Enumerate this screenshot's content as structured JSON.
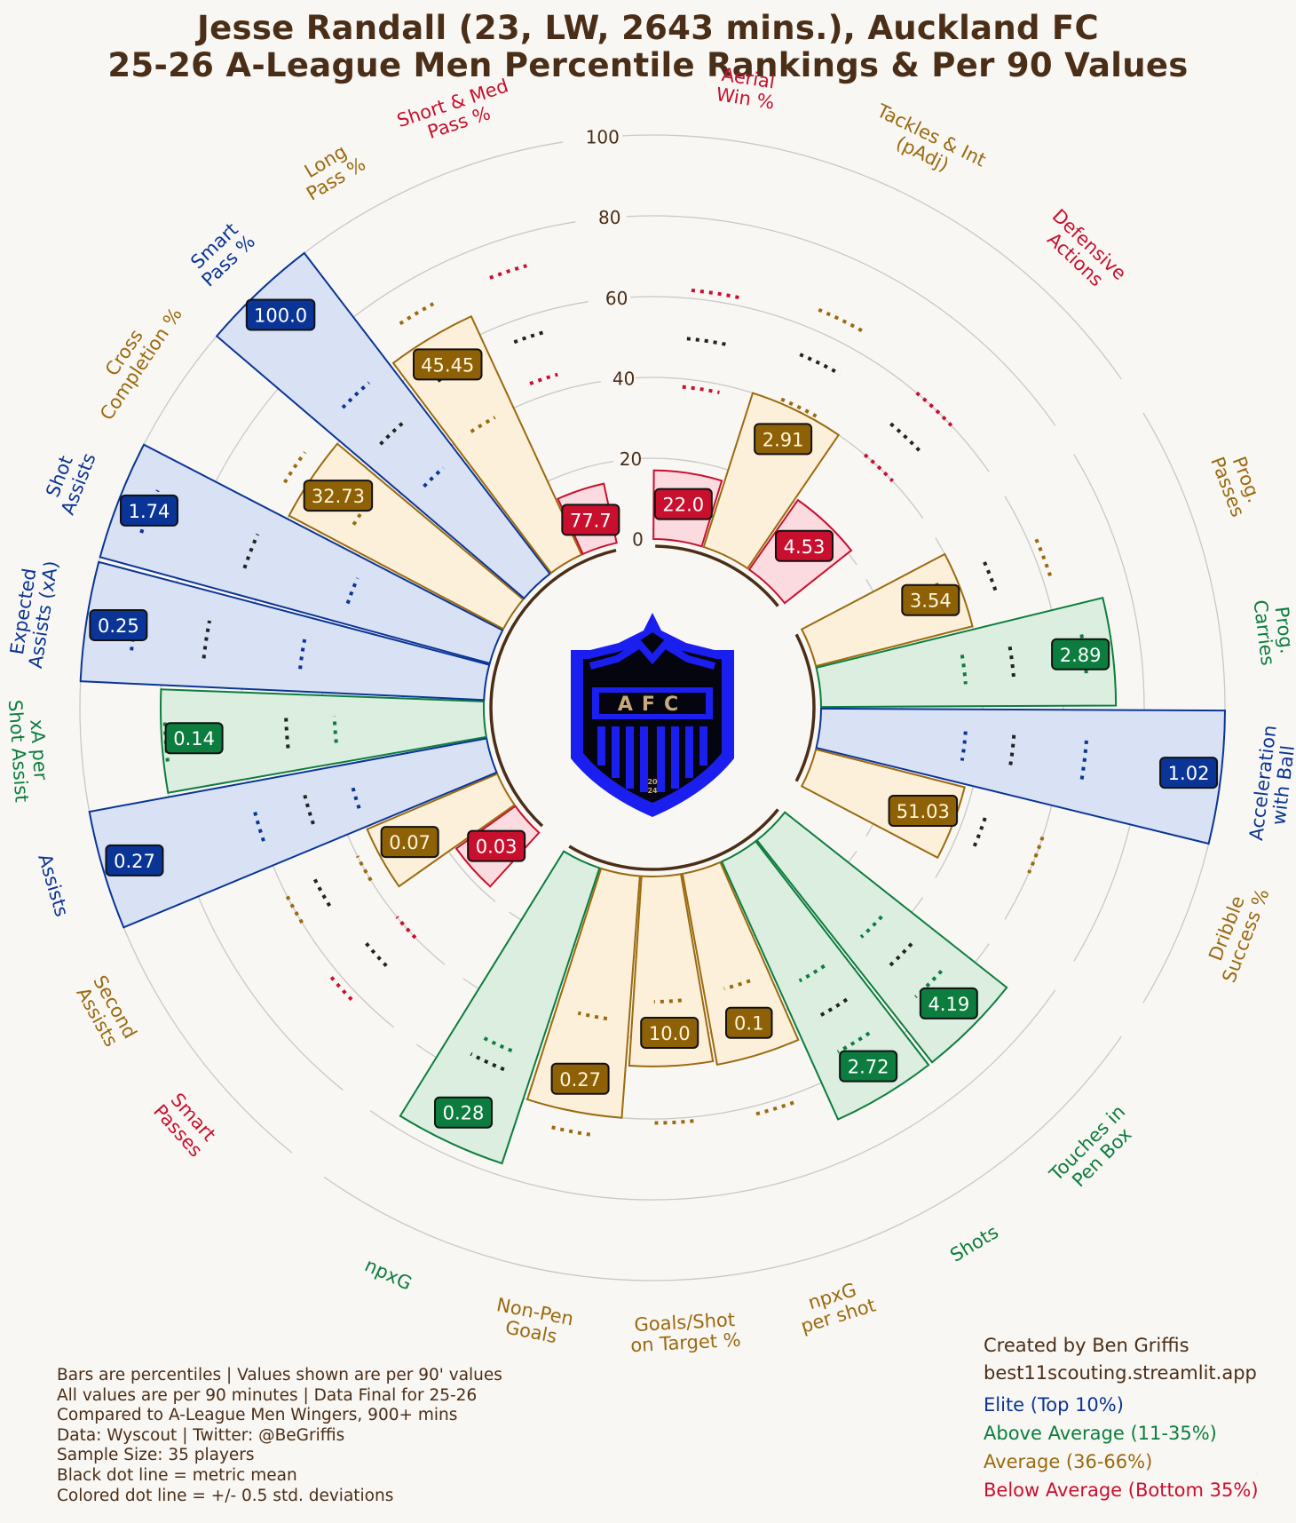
{
  "title": {
    "line1": "Jesse Randall (23, LW, 2643 mins.), Auckland FC",
    "line2": "25-26 A-League Men Percentile Rankings & Per 90 Values"
  },
  "notes": [
    "Bars are percentiles | Values shown are per 90' values",
    "All values are per 90 minutes | Data Final for 25-26",
    "Compared to A-League Men Wingers, 900+ mins",
    "Data: Wyscout | Twitter: @BeGriffis",
    "Sample Size: 35 players",
    "Black dot line = metric mean",
    "Colored dot line = +/- 0.5 std. deviations"
  ],
  "credit": {
    "line1": "Created by Ben Griffis",
    "line2": "best11scouting.streamlit.app"
  },
  "legend": [
    {
      "label": "Elite (Top 10%)",
      "color": "#0a3596"
    },
    {
      "label": "Above Average (11-35%)",
      "color": "#0c7d3e"
    },
    {
      "label": "Average (36-66%)",
      "color": "#9a6a10"
    },
    {
      "label": "Below Average (Bottom 35%)",
      "color": "#c8102e"
    }
  ],
  "logo": {
    "text": "AFC",
    "year_top": "20",
    "year_bottom": "24",
    "icon": "auckland-fc-crest-icon"
  },
  "colors": {
    "elite": {
      "stroke": "#0a3596",
      "fill": "#d9e2f4",
      "box": "#0a3596"
    },
    "above": {
      "stroke": "#0c7d3e",
      "fill": "#dbeedf",
      "box": "#0c7d3e"
    },
    "average": {
      "stroke": "#9a6a10",
      "fill": "#fdf0da",
      "box": "#8e6106"
    },
    "below": {
      "stroke": "#c8102e",
      "fill": "#fcdbe0",
      "box": "#c8102e"
    },
    "mean_dots": "#222222",
    "grid": "#c8c8c8",
    "hub_arc": "#4a2e17"
  },
  "chart_data": {
    "type": "polar-bar",
    "radial_ticks": [
      "0",
      "20",
      "40",
      "60",
      "80",
      "100"
    ],
    "ylim": [
      0,
      100
    ],
    "metrics": [
      {
        "label": "Aerial\nWin %",
        "category": "below",
        "percentile": 17,
        "value": "22.0",
        "mean": 50,
        "sd_low": 38,
        "sd_high": 62
      },
      {
        "label": "Tackles & Int\n(pAdj)",
        "category": "average",
        "percentile": 40,
        "value": "2.91",
        "mean": 53,
        "sd_low": 41,
        "sd_high": 65
      },
      {
        "label": "Defensive\nActions",
        "category": "below",
        "percentile": 21,
        "value": "4.53",
        "mean": 50,
        "sd_low": 40,
        "sd_high": 60
      },
      {
        "label": "Prog.\nPasses",
        "category": "average",
        "percentile": 40,
        "value": "3.54",
        "mean": 48,
        "sd_low": 35,
        "sd_high": 62
      },
      {
        "label": "Prog.\nCarries",
        "category": "above",
        "percentile": 73,
        "value": "2.89",
        "mean": 48,
        "sd_low": 36,
        "sd_high": 66
      },
      {
        "label": "Acceleration\nwith Ball",
        "category": "elite",
        "percentile": 100,
        "value": "1.02",
        "mean": 48,
        "sd_low": 36,
        "sd_high": 66
      },
      {
        "label": "Dribble\nSuccess %",
        "category": "average",
        "percentile": 38,
        "value": "51.03",
        "mean": 45,
        "sd_low": 30,
        "sd_high": 60
      },
      {
        "label": "Touches in\nPen Box",
        "category": "above",
        "percentile": 70,
        "value": "4.19",
        "mean": 45,
        "sd_low": 35,
        "sd_high": 55
      },
      {
        "label": "Shots",
        "category": "above",
        "percentile": 70,
        "value": "2.72",
        "mean": 45,
        "sd_low": 35,
        "sd_high": 55
      },
      {
        "label": "npxG\nper shot",
        "category": "average",
        "percentile": 48,
        "value": "0.1",
        "mean": 40,
        "sd_low": 30,
        "sd_high": 62
      },
      {
        "label": "Goals/Shot\non Target %",
        "category": "average",
        "percentile": 47,
        "value": "10.0",
        "mean": 40,
        "sd_low": 31,
        "sd_high": 61
      },
      {
        "label": "Non-Pen\nGoals",
        "category": "average",
        "percentile": 60,
        "value": "0.27",
        "mean": 51,
        "sd_low": 36,
        "sd_high": 65
      },
      {
        "label": "npxG",
        "category": "above",
        "percentile": 77,
        "value": "0.28",
        "mean": 55,
        "sd_low": 50,
        "sd_high": 70
      },
      {
        "label": "Smart\nPasses",
        "category": "below",
        "percentile": 18,
        "value": "0.03",
        "mean": 50,
        "sd_low": 40,
        "sd_high": 62
      },
      {
        "label": "Second\nAssists",
        "category": "average",
        "percentile": 35,
        "value": "0.07",
        "mean": 52,
        "sd_low": 40,
        "sd_high": 60
      },
      {
        "label": "Assists",
        "category": "elite",
        "percentile": 100,
        "value": "0.27",
        "mean": 47,
        "sd_low": 35,
        "sd_high": 60
      },
      {
        "label": "xA per\nShot Assist",
        "category": "above",
        "percentile": 80,
        "value": "0.14",
        "mean": 49,
        "sd_low": 37,
        "sd_high": 79
      },
      {
        "label": "Expected\nAssists (xA)",
        "category": "elite",
        "percentile": 100,
        "value": "0.25",
        "mean": 70,
        "sd_low": 46,
        "sd_high": 88
      },
      {
        "label": "Shot\nAssists",
        "category": "elite",
        "percentile": 100,
        "value": "1.74",
        "mean": 65,
        "sd_low": 38,
        "sd_high": 92
      },
      {
        "label": "Cross\nCompletion %",
        "category": "average",
        "percentile": 60,
        "value": "32.73",
        "mean": 53,
        "sd_low": 45,
        "sd_high": 65
      },
      {
        "label": "Smart\nPass %",
        "category": "elite",
        "percentile": 100,
        "value": "100.0",
        "mean": 52,
        "sd_low": 37,
        "sd_high": 65
      },
      {
        "label": "Long\nPass %",
        "category": "average",
        "percentile": 65,
        "value": "45.45",
        "mean": 55,
        "sd_low": 40,
        "sd_high": 72
      },
      {
        "label": "Short & Med\nPass %",
        "category": "below",
        "percentile": 15,
        "value": "77.7",
        "mean": 55,
        "sd_low": 44,
        "sd_high": 72
      }
    ]
  }
}
